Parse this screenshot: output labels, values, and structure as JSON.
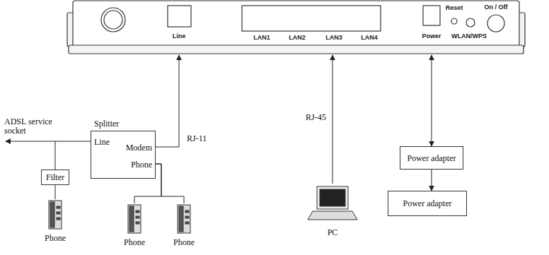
{
  "diagram": {
    "nodes": [
      {
        "text": [
          "Line",
          "LAN1",
          "LAN2",
          "LAN3",
          "LAN4",
          "Power",
          "Reset",
          "WLAN/WPS",
          "On / Off"
        ]
      },
      {
        "text": [
          "Splitter",
          "Line",
          "Modem",
          "Phone"
        ]
      },
      {
        "text": [
          "Filter"
        ]
      },
      {
        "text": [
          "Phone"
        ]
      },
      {
        "text": [
          "Phone"
        ]
      },
      {
        "text": [
          "Phone"
        ]
      },
      {
        "text": [
          "PC"
        ]
      },
      {
        "text": [
          "Power adapter"
        ]
      },
      {
        "text": [
          "Power adapter"
        ]
      }
    ],
    "edges": [
      {
        "from": 1,
        "to": 0,
        "arrow": "to",
        "label": "RJ-11"
      },
      {
        "from": 1,
        "to": 2,
        "arrow": "none"
      },
      {
        "from": 2,
        "to": 3,
        "arrow": "none"
      },
      {
        "from": 1,
        "to": 4,
        "arrow": "none"
      },
      {
        "from": 1,
        "to": 5,
        "arrow": "none"
      },
      {
        "from": 6,
        "to": 0,
        "arrow": "to",
        "label": "RJ-45"
      },
      {
        "from": 7,
        "to": 0,
        "arrow": "both"
      },
      {
        "from": 7,
        "to": 8,
        "arrow": "to"
      }
    ],
    "labels": [
      "ADSL service socket"
    ]
  }
}
